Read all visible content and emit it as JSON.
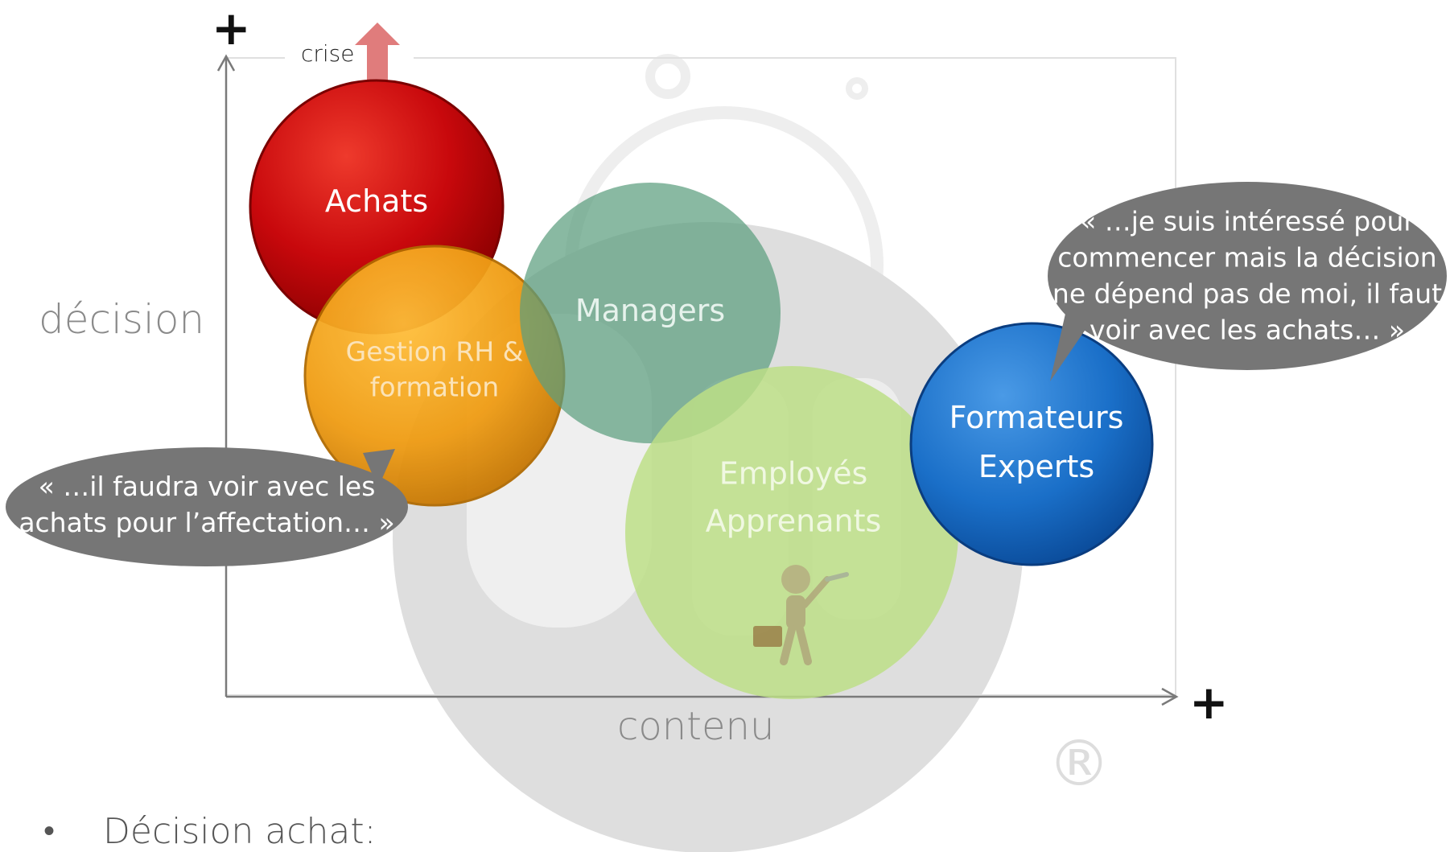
{
  "axes": {
    "y_plus": "+",
    "x_plus": "+",
    "y_label": "décision",
    "x_label": "contenu",
    "top_tag": "crise"
  },
  "circles": {
    "achats": "Achats",
    "gestion_line1": "Gestion RH &",
    "gestion_line2": "formation",
    "managers": "Managers",
    "employes_line1": "Employés",
    "employes_line2": "Apprenants",
    "formateurs_line1": "Formateurs",
    "formateurs_line2": "Experts"
  },
  "quotes": {
    "left_line1": "« …il faudra voir avec les",
    "left_line2": "achats pour l’affectation… »",
    "right_line1": "« …je suis intéressé pour",
    "right_line2": "commencer mais la décision",
    "right_line3": "ne dépend pas de moi, il faut",
    "right_line4": "voir avec les achats… »"
  },
  "bullet": {
    "marker": "•",
    "text": "Décision achat:"
  },
  "watermark": {
    "registered": "®"
  },
  "colors": {
    "achats": "#c8080c",
    "gestion": "#f2a21c",
    "managers": "#5c9e7e",
    "employes": "#bcdf86",
    "formateurs": "#1a6fc8",
    "bubble": "#767676",
    "arrow": "#e07c7c"
  }
}
